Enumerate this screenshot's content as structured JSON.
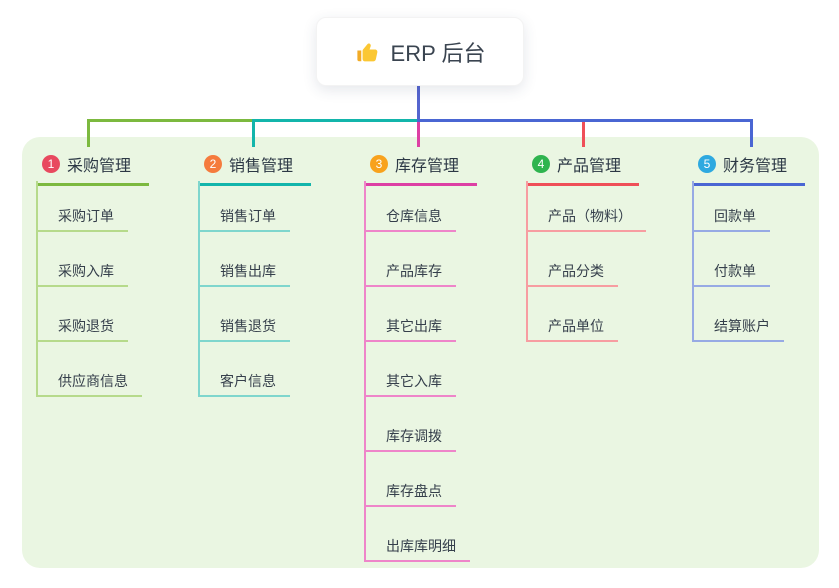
{
  "root": {
    "label": "ERP 后台",
    "icon": "thumbs-up-icon"
  },
  "colors": {
    "page_background": "#ffffff",
    "panel_background": "#eaf6e2",
    "root_connector": "#5565cf",
    "root_text": "#3a4450",
    "branch_text": "#2c3845",
    "child_text": "#353f4b"
  },
  "branches": [
    {
      "num": "1",
      "label": "采购管理",
      "badge_color": "#e8495f",
      "line_color": "#7cb93f",
      "child_line_color": "#b6da8b",
      "children": [
        "采购订单",
        "采购入库",
        "采购退货",
        "供应商信息"
      ]
    },
    {
      "num": "2",
      "label": "销售管理",
      "badge_color": "#f57b3d",
      "line_color": "#13b5ab",
      "child_line_color": "#7fd6cd",
      "children": [
        "销售订单",
        "销售出库",
        "销售退货",
        "客户信息"
      ]
    },
    {
      "num": "3",
      "label": "库存管理",
      "badge_color": "#f8a21d",
      "line_color": "#dd3fa4",
      "child_line_color": "#ee85c9",
      "children": [
        "仓库信息",
        "产品库存",
        "其它出库",
        "其它入库",
        "库存调拨",
        "库存盘点",
        "出库库明细"
      ]
    },
    {
      "num": "4",
      "label": "产品管理",
      "badge_color": "#2fb44f",
      "line_color": "#ef4f58",
      "child_line_color": "#f79da1",
      "children": [
        "产品（物料）",
        "产品分类",
        "产品单位"
      ]
    },
    {
      "num": "5",
      "label": "财务管理",
      "badge_color": "#2ea9e0",
      "line_color": "#4a66d3",
      "child_line_color": "#97aae4",
      "children": [
        "回款单",
        "付款单",
        "结算账户"
      ]
    }
  ]
}
